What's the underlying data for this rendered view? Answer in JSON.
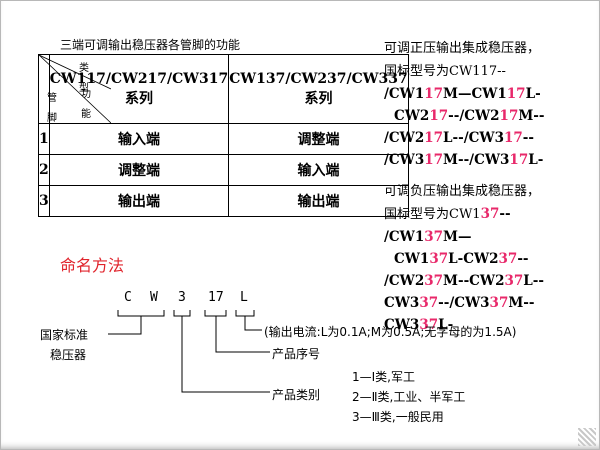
{
  "table_title": "三端可调输出稳压器各管脚的功能",
  "table": {
    "corner": {
      "type": "类 型",
      "func": "功 能",
      "pin": "管 脚"
    },
    "col1": "CW117/CW217/CW317系列",
    "col2": "CW137/CW237/CW337系列",
    "rows": [
      {
        "no": "1",
        "c1": "输入端",
        "c2": "调整端"
      },
      {
        "no": "2",
        "c1": "调整端",
        "c2": "输入端"
      },
      {
        "no": "3",
        "c1": "输出端",
        "c2": "输出端"
      }
    ]
  },
  "right": {
    "pos_intro1": "可调正压输出集成稳压器，",
    "pos_intro2": "国标型号为CW117--",
    "pos_l1a": "/CW1",
    "pos_l1b": "17",
    "pos_l1c": "M—CW1",
    "pos_l1d": "17",
    "pos_l1e": "L-",
    "pos_l2a": "CW2",
    "pos_l2b": "17",
    "pos_l2c": "--/CW2",
    "pos_l2d": "17",
    "pos_l2e": "M--",
    "pos_l3a": "/CW2",
    "pos_l3b": "17",
    "pos_l3c": "L--/CW3",
    "pos_l3d": "17",
    "pos_l3e": "--",
    "pos_l4a": "/CW3",
    "pos_l4b": "17",
    "pos_l4c": "M--/CW3",
    "pos_l4d": "17",
    "pos_l4e": "L-",
    "neg_intro1": "可调负压输出集成稳压器，",
    "neg_intro2": "国标型号为CW1",
    "neg_intro2b": "37",
    "neg_intro2c": "--",
    "neg_l1a": "/CW1",
    "neg_l1b": "37",
    "neg_l1c": "M—",
    "neg_l2a": "CW1",
    "neg_l2b": "37",
    "neg_l2c": "L-CW2",
    "neg_l2d": "37",
    "neg_l2e": "--",
    "neg_l3a": "/CW2",
    "neg_l3b": "37",
    "neg_l3c": "M--CW2",
    "neg_l3d": "37",
    "neg_l3e": "L--",
    "neg_l4a": "CW3",
    "neg_l4b": "37",
    "neg_l4c": "--/CW3",
    "neg_l4d": "37",
    "neg_l4e": "M--",
    "neg_l5a": "CW3",
    "neg_l5b": "37",
    "neg_l5c": "L-"
  },
  "naming": {
    "title": "命名方法",
    "code_c": "C",
    "code_w": "W",
    "code_3": "3",
    "code_17": "17",
    "code_l": "L",
    "country1": "国家标准",
    "country2": "稳压器",
    "current": "(输出电流:L为0.1A;M为0.5A;无字母的为1.5A)",
    "serial": "产品序号",
    "category": "产品类别",
    "cat1": "1—Ⅰ类,军工",
    "cat2": "2—Ⅱ类,工业、半军工",
    "cat3": "3—Ⅲ类,一般民用"
  }
}
